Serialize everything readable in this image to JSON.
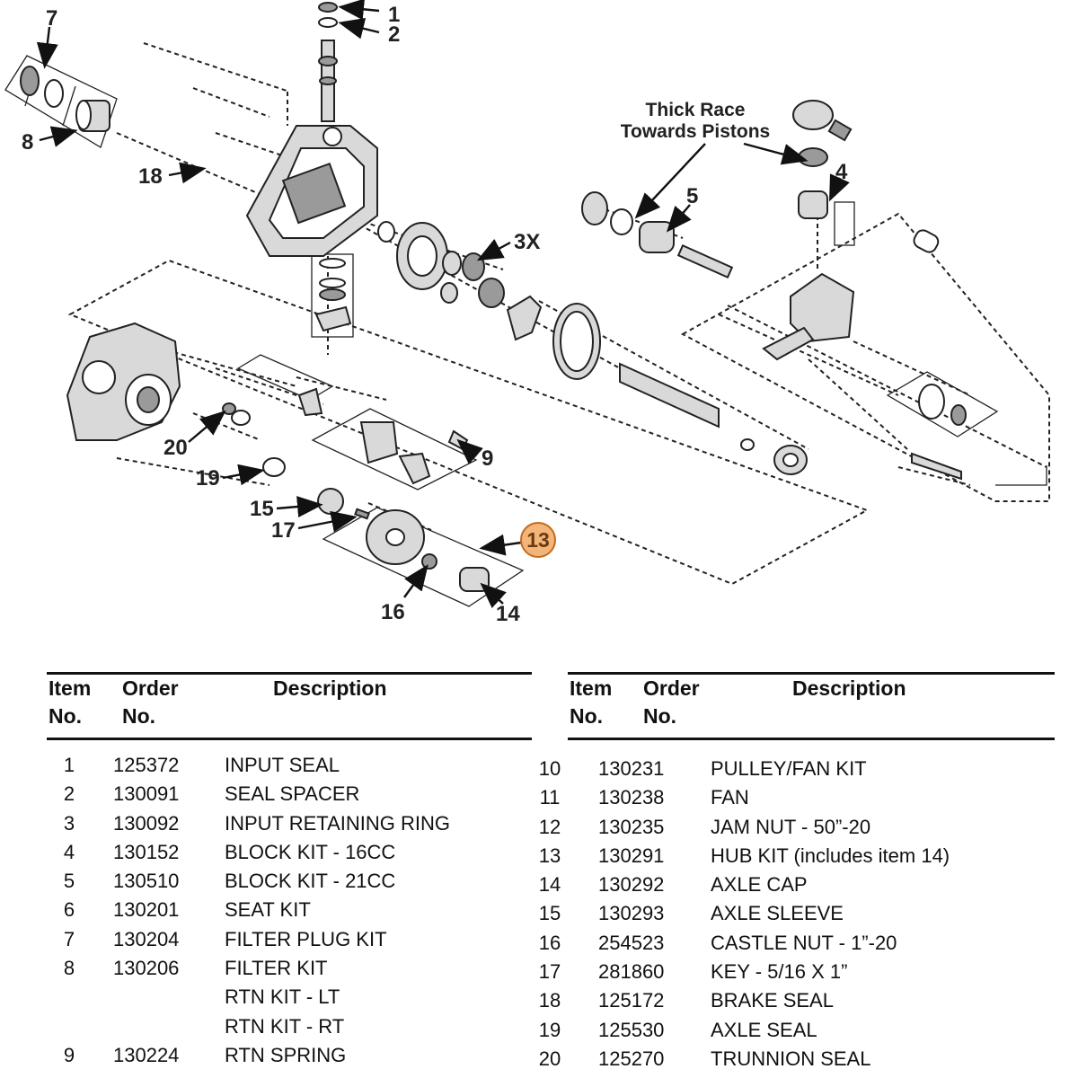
{
  "diagram": {
    "callouts": [
      "1",
      "2",
      "3X",
      "4",
      "5",
      "7",
      "8",
      "9",
      "13",
      "14",
      "15",
      "16",
      "17",
      "18",
      "19",
      "20"
    ],
    "note_lines": [
      "Thick Race",
      "Towards Pistons"
    ],
    "highlight_color": "#f2b57a"
  },
  "table_left": {
    "headers": {
      "item_1": "Item",
      "item_2": "No.",
      "order_1": "Order",
      "order_2": "No.",
      "desc": "Description"
    },
    "rows": [
      {
        "item": "1",
        "order": "125372",
        "desc": "INPUT SEAL"
      },
      {
        "item": "2",
        "order": "130091",
        "desc": "SEAL SPACER"
      },
      {
        "item": "3",
        "order": "130092",
        "desc": "INPUT RETAINING RING"
      },
      {
        "item": "4",
        "order": "130152",
        "desc": "BLOCK KIT - 16CC"
      },
      {
        "item": "5",
        "order": "130510",
        "desc": "BLOCK KIT - 21CC"
      },
      {
        "item": "6",
        "order": "130201",
        "desc": "SEAT KIT"
      },
      {
        "item": "7",
        "order": "130204",
        "desc": "FILTER PLUG KIT"
      },
      {
        "item": "8",
        "order": "130206",
        "desc": "FILTER KIT"
      },
      {
        "item": "",
        "order": "",
        "desc": "RTN KIT - LT"
      },
      {
        "item": "",
        "order": "",
        "desc": "RTN KIT - RT"
      },
      {
        "item": "9",
        "order": "130224",
        "desc": "RTN SPRING"
      }
    ]
  },
  "table_right": {
    "headers": {
      "item_1": "Item",
      "item_2": "No.",
      "order_1": "Order",
      "order_2": "No.",
      "desc": "Description"
    },
    "rows": [
      {
        "item": "10",
        "order": "130231",
        "desc": "PULLEY/FAN KIT"
      },
      {
        "item": "11",
        "order": "130238",
        "desc": "FAN"
      },
      {
        "item": "12",
        "order": "130235",
        "desc": "JAM NUT - 50”-20"
      },
      {
        "item": "13",
        "order": "130291",
        "desc": "HUB KIT  (includes item 14)"
      },
      {
        "item": "14",
        "order": "130292",
        "desc": "AXLE CAP"
      },
      {
        "item": "15",
        "order": "130293",
        "desc": "AXLE SLEEVE"
      },
      {
        "item": "16",
        "order": "254523",
        "desc": "CASTLE NUT - 1”-20"
      },
      {
        "item": "17",
        "order": "281860",
        "desc": "KEY - 5/16 X 1”"
      },
      {
        "item": "18",
        "order": "125172",
        "desc": "BRAKE SEAL"
      },
      {
        "item": "19",
        "order": "125530",
        "desc": "AXLE SEAL"
      },
      {
        "item": "20",
        "order": "125270",
        "desc": "TRUNNION SEAL"
      }
    ]
  }
}
